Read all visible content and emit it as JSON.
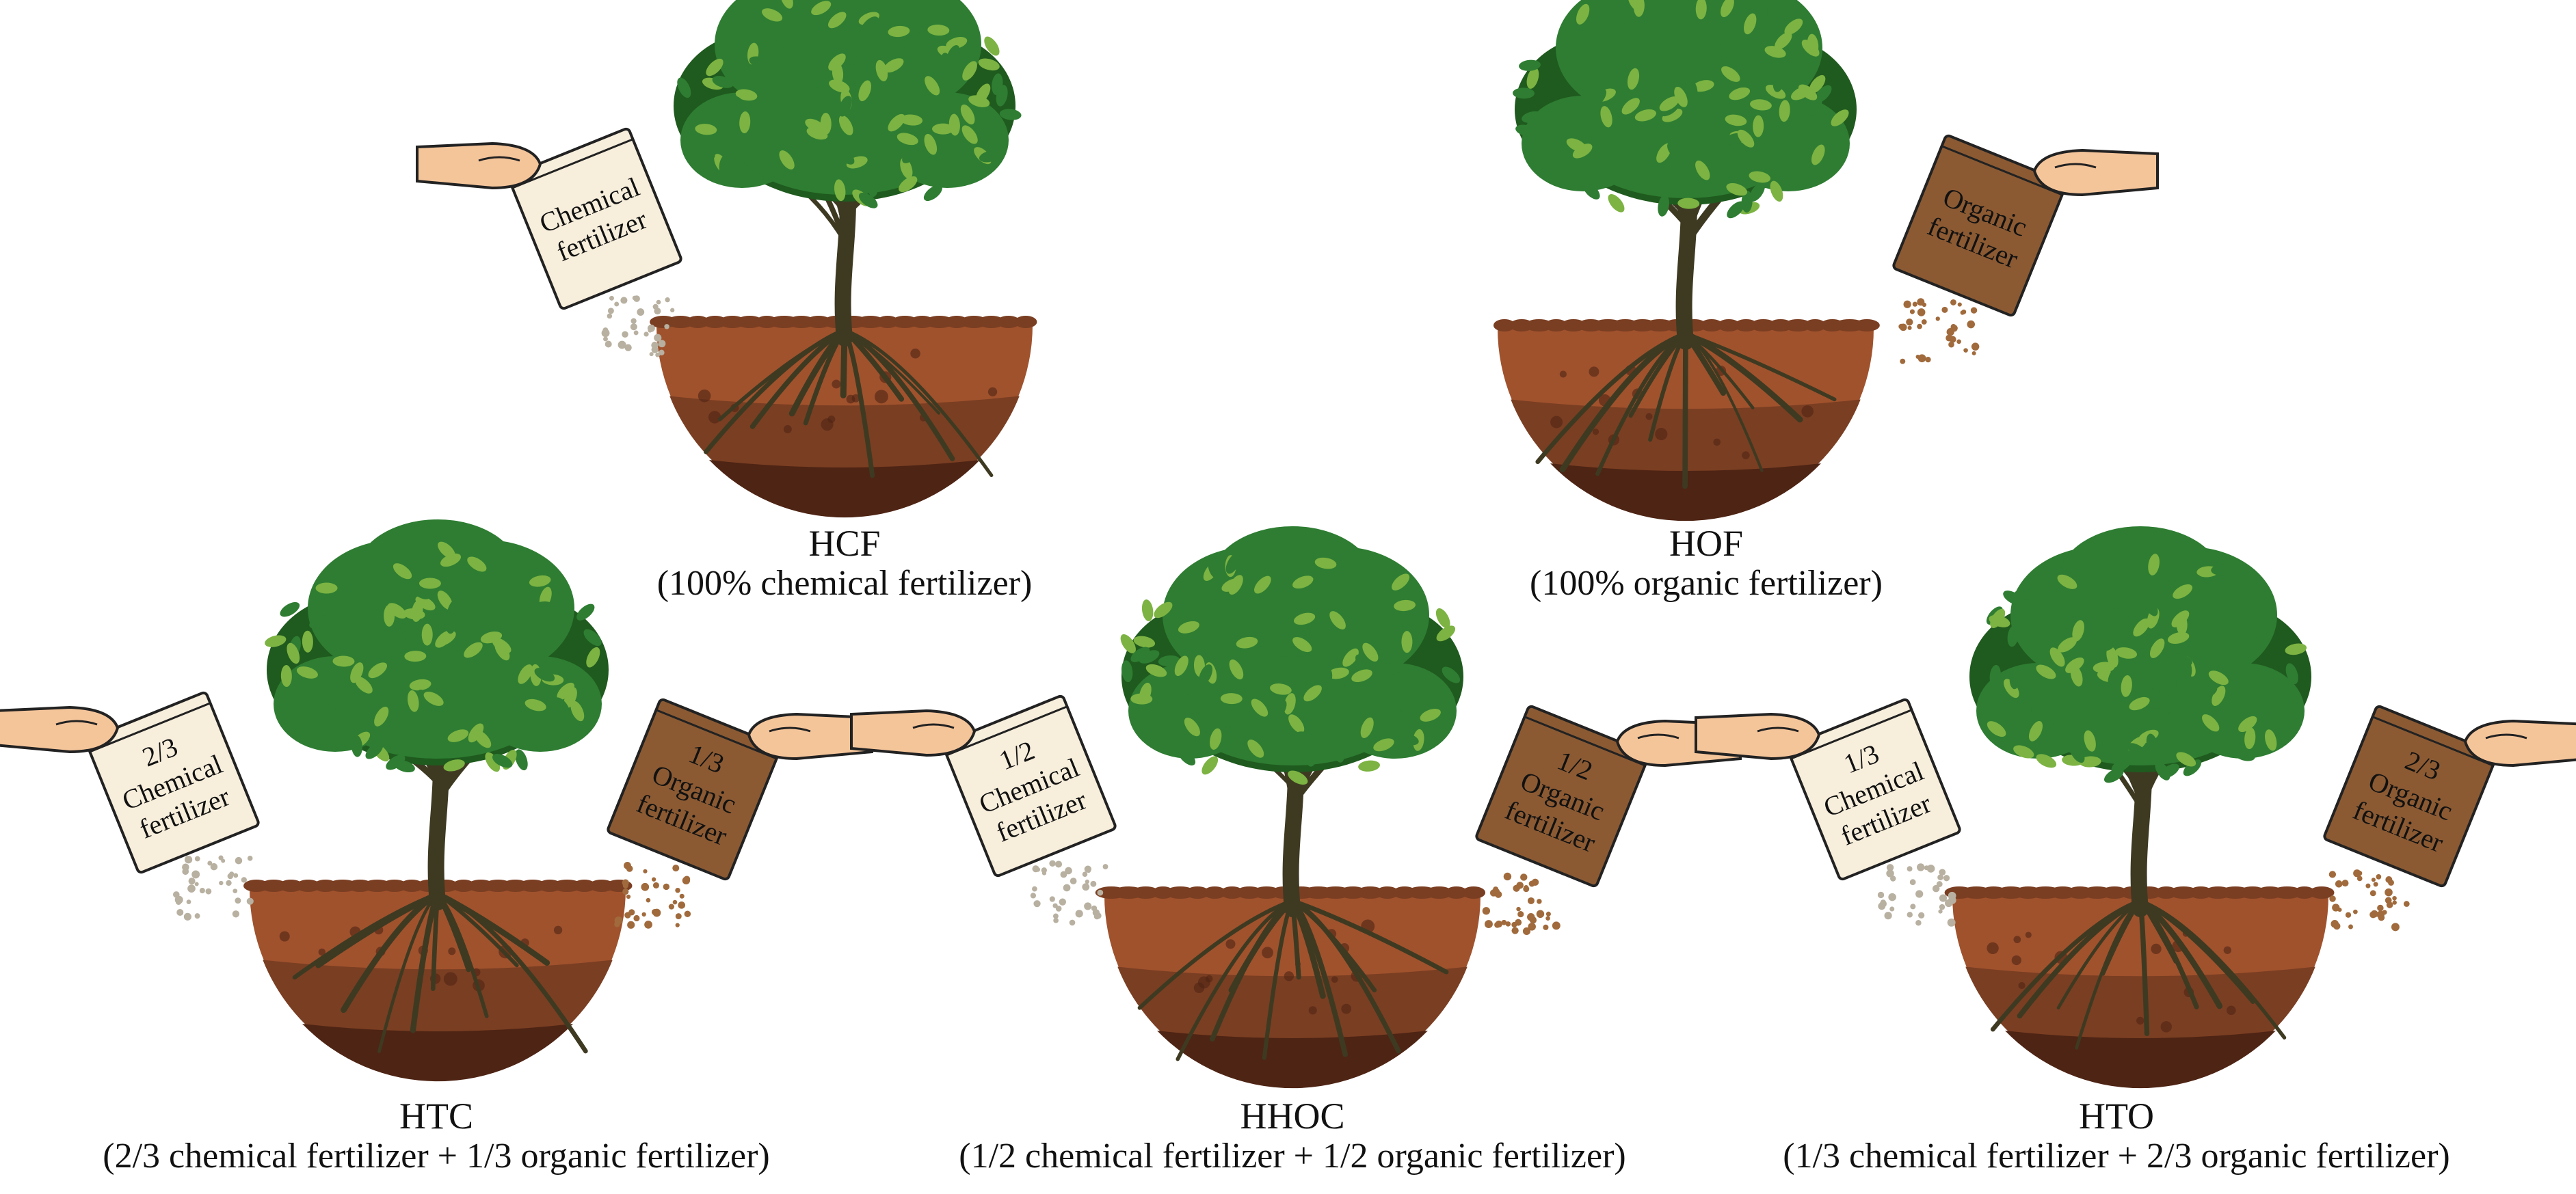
{
  "colors": {
    "soil_light": "#A0522D",
    "soil_mid": "#7A3E22",
    "soil_dark": "#4E2414",
    "foliage_dark": "#1F5A1E",
    "foliage_mid": "#2E7D32",
    "foliage_light": "#7CB342",
    "trunk": "#3E3A22",
    "skin": "#F5C59A",
    "chem_bag": "#F7EEDC",
    "org_bag": "#8B5A33",
    "chem_granule": "#B8B0A0",
    "org_granule": "#A06A3C"
  },
  "treatments": [
    {
      "id": "hcf",
      "code": "HCF",
      "description": "(100% chemical fertilizer)",
      "chemical_bag": {
        "fraction": "",
        "line1": "Chemical",
        "line2": "fertilizer"
      },
      "organic_bag": null
    },
    {
      "id": "hof",
      "code": "HOF",
      "description": "(100% organic fertilizer)",
      "chemical_bag": null,
      "organic_bag": {
        "fraction": "",
        "line1": "Organic",
        "line2": "fertilizer"
      }
    },
    {
      "id": "htc",
      "code": "HTC",
      "description": "(2/3 chemical fertilizer + 1/3 organic fertilizer)",
      "chemical_bag": {
        "fraction": "2/3",
        "line1": "Chemical",
        "line2": "fertilizer"
      },
      "organic_bag": {
        "fraction": "1/3",
        "line1": "Organic",
        "line2": "fertilizer"
      }
    },
    {
      "id": "hhoc",
      "code": "HHOC",
      "description": "(1/2 chemical fertilizer + 1/2 organic fertilizer)",
      "chemical_bag": {
        "fraction": "1/2",
        "line1": "Chemical",
        "line2": "fertilizer"
      },
      "organic_bag": {
        "fraction": "1/2",
        "line1": "Organic",
        "line2": "fertilizer"
      }
    },
    {
      "id": "hto",
      "code": "HTO",
      "description": "(1/3 chemical fertilizer + 2/3 organic fertilizer)",
      "chemical_bag": {
        "fraction": "1/3",
        "line1": "Chemical",
        "line2": "fertilizer"
      },
      "organic_bag": {
        "fraction": "2/3",
        "line1": "Organic",
        "line2": "fertilizer"
      }
    }
  ]
}
